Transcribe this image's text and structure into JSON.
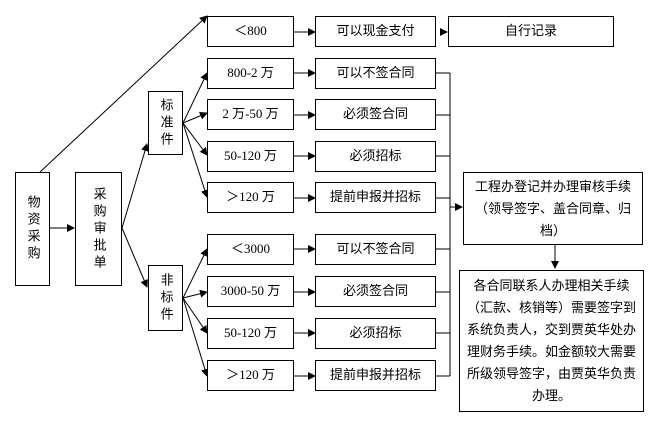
{
  "nodes": {
    "purchase": "物资采购",
    "approval": "采购审批单",
    "standard": "标准件",
    "nonstandard": "非标件",
    "amount_lt800": "＜800",
    "cash_pay": "可以现金支付",
    "self_record": "自行记录",
    "s_800_2w": "800-2 万",
    "s_no_contract": "可以不签合同",
    "s_2w_50w": "2 万-50 万",
    "s_must_contract": "必须签合同",
    "s_50_120w": "50-120 万",
    "s_must_tender": "必须招标",
    "s_gt120w": "＞120 万",
    "s_advance": "提前申报并招标",
    "n_lt3000": "＜3000",
    "n_no_contract": "可以不签合同",
    "n_3000_50w": "3000-50 万",
    "n_must_contract": "必须签合同",
    "n_50_120w": "50-120 万",
    "n_must_tender": "必须招标",
    "n_gt120w": "＞120 万",
    "n_advance": "提前申报并招标",
    "engineering": "工程办登记并办理审核手续（领导签字、盖合同章、归档）",
    "final": "各合同联系人办理相关手续（汇款、核销等）需要签字到系统负责人，交到贾英华处办理财务手续。如金额较大需要所级领导签字，由贾英华负责办理。"
  }
}
